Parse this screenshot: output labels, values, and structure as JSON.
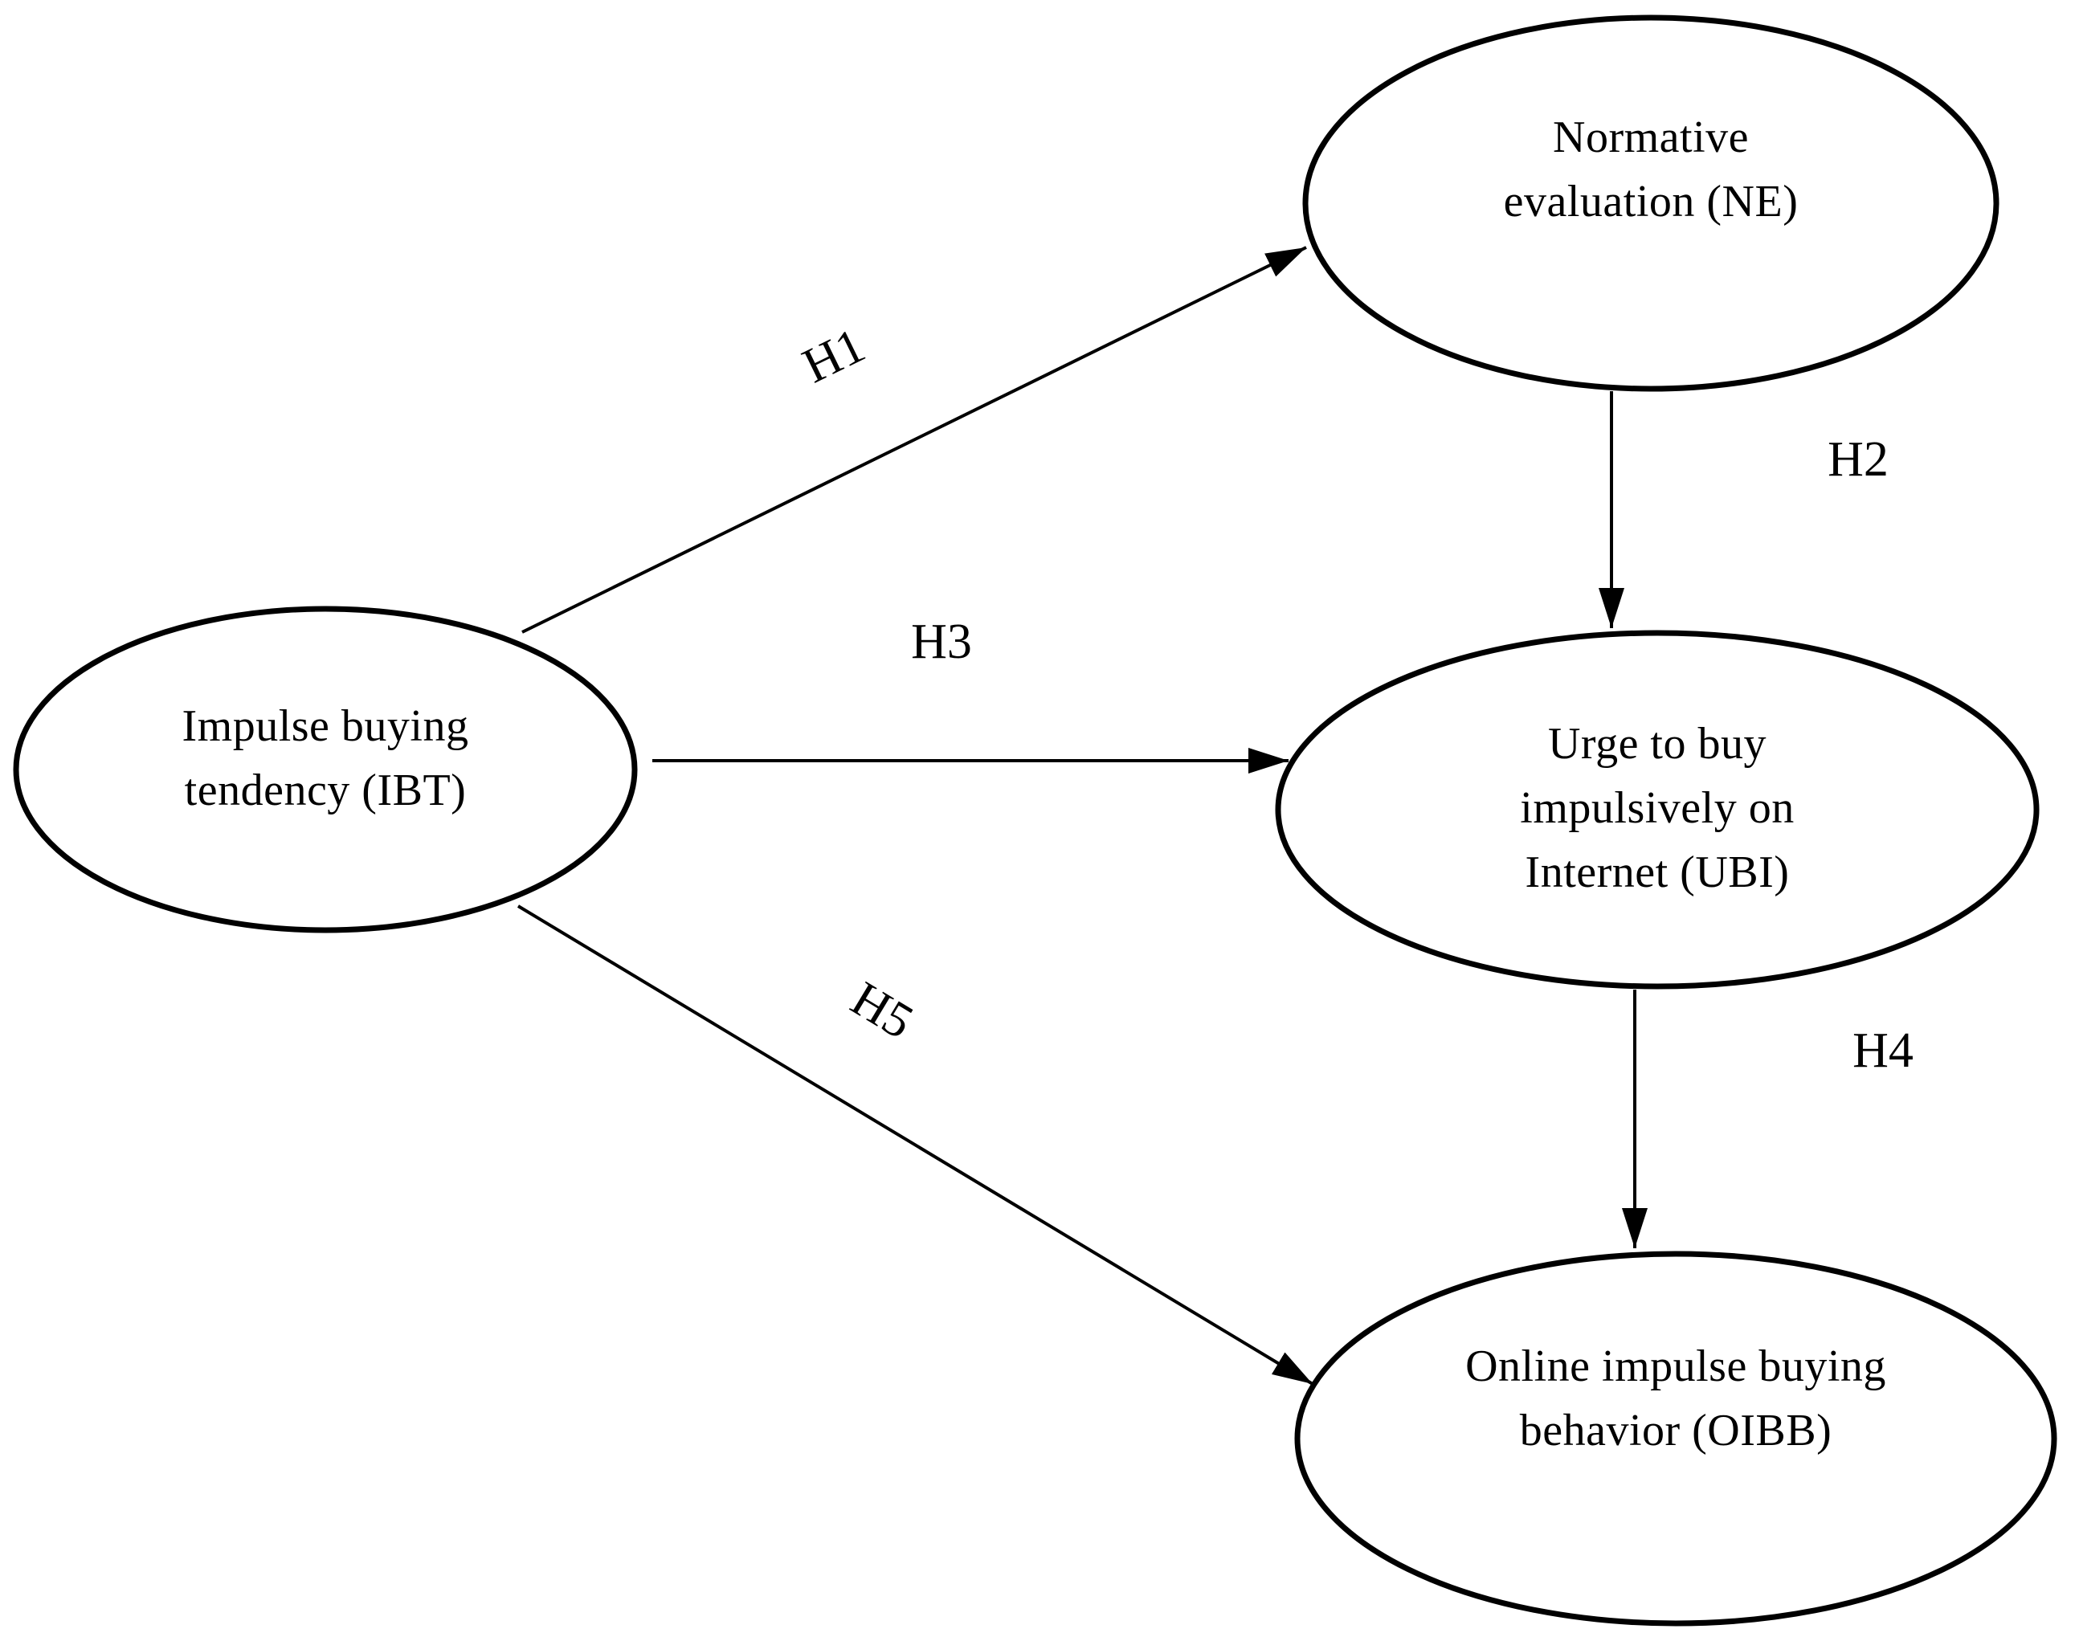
{
  "figure": {
    "background_color": "#ffffff",
    "stroke_color": "#000000"
  },
  "nodes": {
    "ibt": {
      "id": "IBT",
      "lines": [
        "Impulse buying",
        "tendency (IBT)"
      ]
    },
    "ne": {
      "id": "NE",
      "lines": [
        "Normative",
        "evaluation (NE)"
      ]
    },
    "ubi": {
      "id": "UBI",
      "lines": [
        "Urge to buy",
        "impulsively on",
        "Internet (UBI)"
      ]
    },
    "oibb": {
      "id": "OIBB",
      "lines": [
        "Online impulse buying",
        "behavior (OIBB)"
      ]
    }
  },
  "edges": {
    "h1": {
      "label": "H1",
      "from": "IBT",
      "to": "NE"
    },
    "h2": {
      "label": "H2",
      "from": "NE",
      "to": "UBI"
    },
    "h3": {
      "label": "H3",
      "from": "IBT",
      "to": "UBI"
    },
    "h4": {
      "label": "H4",
      "from": "UBI",
      "to": "OIBB"
    },
    "h5": {
      "label": "H5",
      "from": "IBT",
      "to": "OIBB"
    }
  }
}
